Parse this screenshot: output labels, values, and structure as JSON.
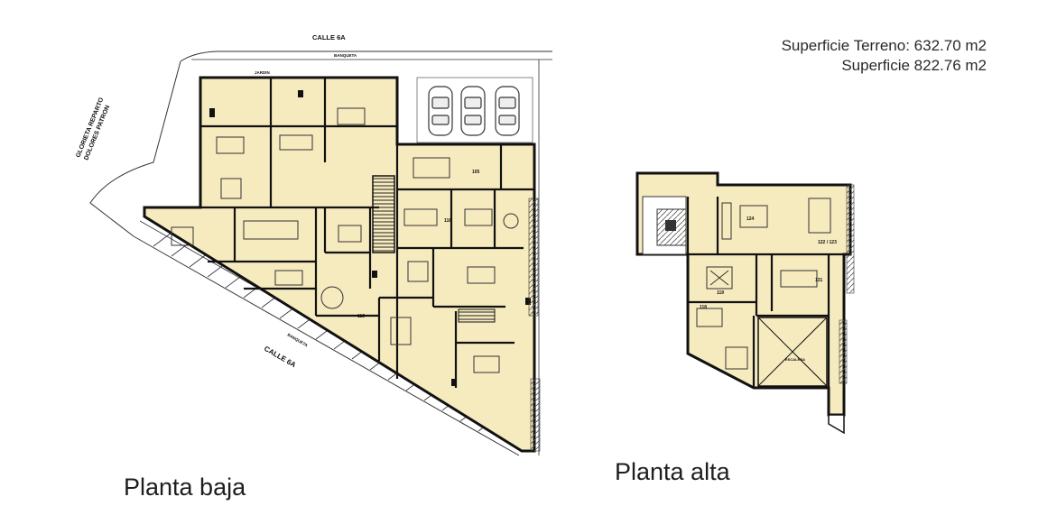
{
  "info": {
    "superficie_terreno": "Superficie Terreno: 632.70 m2",
    "superficie": "Superficie 822.76 m2"
  },
  "streets": {
    "calle_top": "CALLE 6A",
    "calle_diag": "CALLE 6A",
    "glorieta_line1": "GLORIETA REPARTO",
    "glorieta_line2": "DOLORES PATRON",
    "banqueta_top": "BANQUETA",
    "banqueta_diag": "BANQUETA",
    "jardin": "JARDIN"
  },
  "rooms": {
    "r105": "105",
    "r116": "116",
    "r113": "113",
    "r124": "124",
    "r118": "118",
    "r131": "131",
    "r119": "119",
    "r122_123": "122 / 123",
    "escalera": "ESCALERA"
  },
  "captions": {
    "planta_baja": "Planta baja",
    "planta_alta": "Planta alta"
  },
  "colors": {
    "floor_fill": "#f6eabf",
    "wall": "#111111",
    "car_fill": "#ffffff"
  }
}
